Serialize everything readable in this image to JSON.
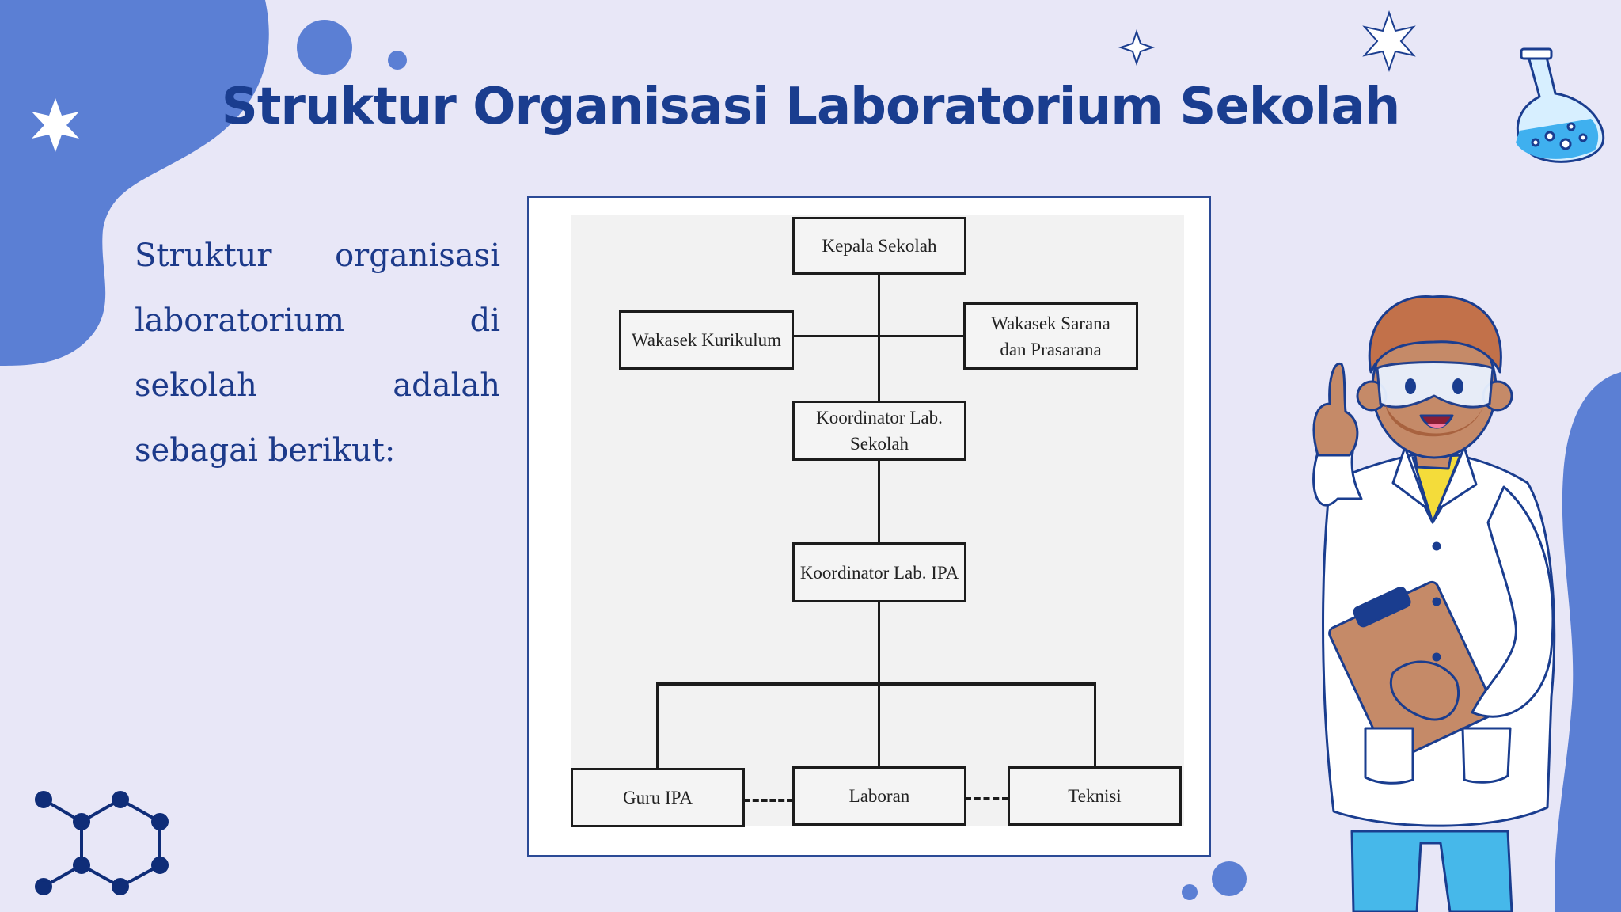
{
  "slide": {
    "title": "Struktur Organisasi Laboratorium Sekolah",
    "intro_text": "Struktur organisasi laboratorium di sekolah adalah sebagai berikut:"
  },
  "colors": {
    "background": "#e8e7f7",
    "accent_blue": "#5b7fd4",
    "title_blue": "#1a3d8f",
    "navy": "#0f2d78"
  },
  "org_chart": {
    "nodes": {
      "kepala": "Kepala Sekolah",
      "kurikulum": "Wakasek Kurikulum",
      "sarana": "Wakasek Sarana dan Prasarana",
      "koord_sekolah": "Koordinator Lab. Sekolah",
      "koord_ipa": "Koordinator Lab. IPA",
      "guru": "Guru IPA",
      "laboran": "Laboran",
      "teknisi": "Teknisi"
    },
    "edges": [
      {
        "from": "kepala",
        "to": "kurikulum",
        "style": "solid"
      },
      {
        "from": "kepala",
        "to": "sarana",
        "style": "solid"
      },
      {
        "from": "kepala",
        "to": "koord_sekolah",
        "style": "solid"
      },
      {
        "from": "koord_sekolah",
        "to": "koord_ipa",
        "style": "solid"
      },
      {
        "from": "koord_ipa",
        "to": "guru",
        "style": "solid"
      },
      {
        "from": "koord_ipa",
        "to": "laboran",
        "style": "solid"
      },
      {
        "from": "koord_ipa",
        "to": "teknisi",
        "style": "solid"
      },
      {
        "from": "guru",
        "to": "laboran",
        "style": "dashed"
      },
      {
        "from": "laboran",
        "to": "teknisi",
        "style": "dashed"
      }
    ]
  },
  "decorations": [
    "blob",
    "circle",
    "sparkle-icon",
    "flask-icon",
    "molecule-icon",
    "scientist-illustration"
  ]
}
